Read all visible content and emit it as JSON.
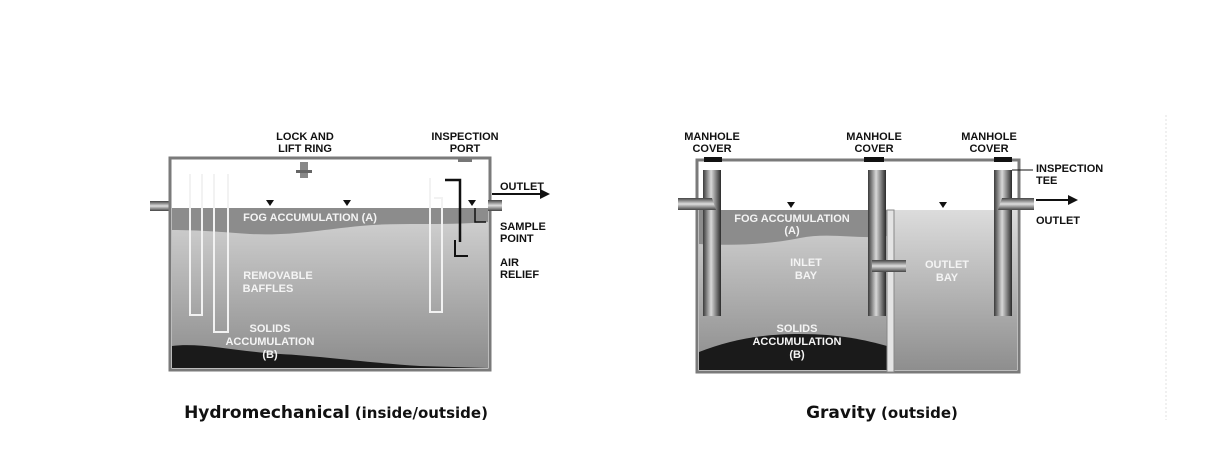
{
  "hydromechanical": {
    "labels": {
      "lock_ring_1": "LOCK AND",
      "lock_ring_2": "LIFT RING",
      "inspection_port_1": "INSPECTION",
      "inspection_port_2": "PORT",
      "outlet": "OUTLET",
      "sample_point_1": "SAMPLE",
      "sample_point_2": "POINT",
      "air_relief_1": "AIR",
      "air_relief_2": "RELIEF",
      "fog": "FOG ACCUMULATION (A)",
      "baffles_1": "REMOVABLE",
      "baffles_2": "BAFFLES",
      "solids_1": "SOLIDS",
      "solids_2": "ACCUMULATION",
      "solids_3": "(B)"
    },
    "caption_bold": "Hydromechanical",
    "caption_normal": "(inside/outside)"
  },
  "gravity": {
    "labels": {
      "manhole_1a": "MANHOLE",
      "manhole_1b": "COVER",
      "manhole_2a": "MANHOLE",
      "manhole_2b": "COVER",
      "manhole_3a": "MANHOLE",
      "manhole_3b": "COVER",
      "inspection_tee_1": "INSPECTION",
      "inspection_tee_2": "TEE",
      "outlet": "OUTLET",
      "fog_1": "FOG ACCUMULATION",
      "fog_2": "(A)",
      "inlet_bay_1": "INLET",
      "inlet_bay_2": "BAY",
      "outlet_bay_1": "OUTLET",
      "outlet_bay_2": "BAY",
      "solids_1": "SOLIDS",
      "solids_2": "ACCUMULATION",
      "solids_3": "(B)"
    },
    "caption_bold": "Gravity",
    "caption_normal": "(outside)"
  },
  "colors": {
    "tank_outline": "#7a7a7a",
    "fog_layer": "#8c8c8c",
    "water_top": "#cfcfcf",
    "water_bottom": "#8a8a8a",
    "solids": "#1a1a1a"
  }
}
